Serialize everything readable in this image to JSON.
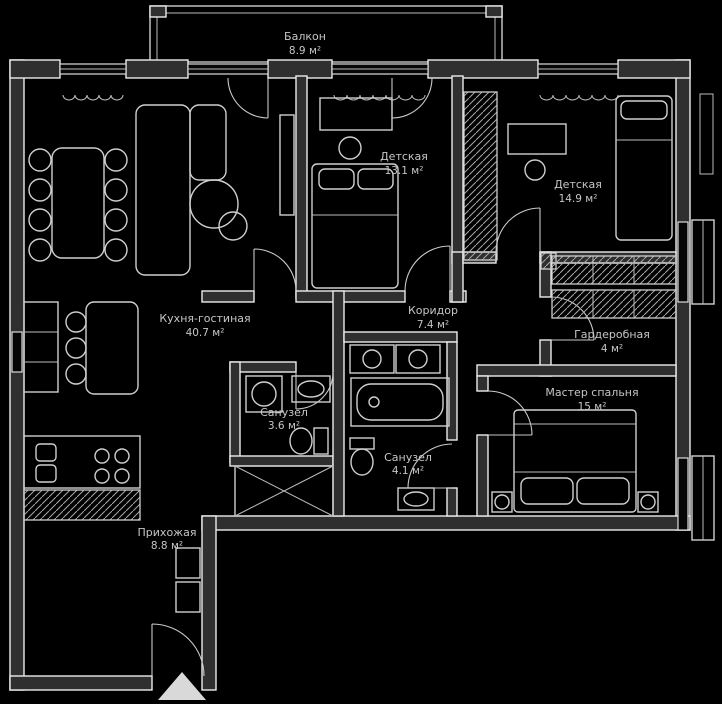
{
  "plan": {
    "title": "Apartment floor plan",
    "colors": {
      "background": "#000000",
      "wall_fill": "#2f2f2f",
      "line": "#cfcfcf",
      "text": "#c6c6c6"
    },
    "entry_arrow_icon": "up-arrow"
  },
  "rooms": [
    {
      "name": "Балкон",
      "area": "8.9 м²"
    },
    {
      "name": "Детская",
      "area": "13.1 м²"
    },
    {
      "name": "Детская",
      "area": "14.9 м²"
    },
    {
      "name": "Кухня-гостиная",
      "area": "40.7 м²"
    },
    {
      "name": "Коридор",
      "area": "7.4 м²"
    },
    {
      "name": "Гардеробная",
      "area": "4 м²"
    },
    {
      "name": "Мастер спальня",
      "area": "15 м²"
    },
    {
      "name": "Санузел",
      "area": "3.6 м²"
    },
    {
      "name": "Санузел",
      "area": "4.1 м²"
    },
    {
      "name": "Прихожая",
      "area": "8.8 м²"
    }
  ]
}
